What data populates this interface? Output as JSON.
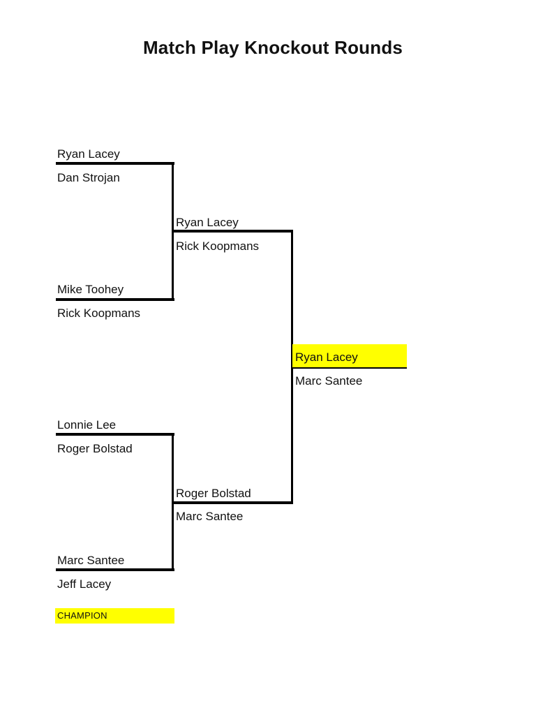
{
  "title": "Match Play Knockout Rounds",
  "colors": {
    "highlight": "#FFFF00",
    "line": "#000000",
    "text": "#111111",
    "background": "#FFFFFF"
  },
  "bracket": {
    "round1": [
      {
        "top": "Ryan Lacey",
        "bottom": "Dan Strojan"
      },
      {
        "top": "Mike Toohey",
        "bottom": "Rick Koopmans"
      },
      {
        "top": "Lonnie Lee",
        "bottom": "Roger Bolstad"
      },
      {
        "top": "Marc Santee",
        "bottom": "Jeff Lacey"
      }
    ],
    "semifinals": [
      {
        "top": "Ryan Lacey",
        "bottom": "Rick Koopmans"
      },
      {
        "top": "Roger Bolstad",
        "bottom": "Marc Santee"
      }
    ],
    "final": {
      "top": "Ryan Lacey",
      "bottom": "Marc Santee",
      "winner": "Ryan Lacey"
    },
    "champion_label": "CHAMPION"
  }
}
